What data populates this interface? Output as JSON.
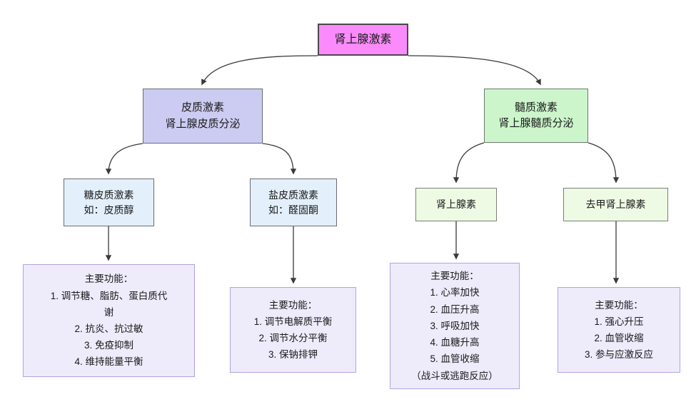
{
  "diagram": {
    "title": "肾上腺激素",
    "type": "flowchart-tree",
    "colors": {
      "root_fill": "#FB8BFB",
      "cortex_fill": "#CCCCF2",
      "medulla_fill": "#CCF5CC",
      "blue_fill": "#E3F0FB",
      "green_fill": "#EEFAE4",
      "function_fill": "#EEEBFB",
      "function_border": "#B4A2E4",
      "edge_stroke": "#3A3A3A",
      "background": "#FFFFFF"
    }
  },
  "nodes": {
    "root": {
      "id": "root",
      "lines": "肾上腺激素"
    },
    "cortex": {
      "id": "cortex",
      "lines": "皮质激素\n肾上腺皮质分泌"
    },
    "medulla": {
      "id": "medulla",
      "lines": "髓质激素\n肾上腺髓质分泌"
    },
    "glucocorticoid": {
      "id": "glucocorticoid",
      "lines": "糖皮质激素\n如：皮质醇"
    },
    "mineralocorticoid": {
      "id": "mineralocorticoid",
      "lines": "盐皮质激素\n如：醛固酮"
    },
    "adrenaline": {
      "id": "adrenaline",
      "lines": "肾上腺素"
    },
    "noradrenaline": {
      "id": "noradrenaline",
      "lines": "去甲肾上腺素"
    },
    "glucocorticoid_functions": {
      "id": "glucocorticoid-functions",
      "lines": "主要功能：\n1. 调节糖、脂肪、蛋白质代\n谢\n2. 抗炎、抗过敏\n3. 免疫抑制\n4. 维持能量平衡"
    },
    "mineralocorticoid_functions": {
      "id": "mineralocorticoid-functions",
      "lines": "主要功能：\n1. 调节电解质平衡\n2. 调节水分平衡\n3. 保钠排钾"
    },
    "adrenaline_functions": {
      "id": "adrenaline-functions",
      "lines": "主要功能：\n1. 心率加快\n2. 血压升高\n3. 呼吸加快\n4. 血糖升高\n5. 血管收缩\n（战斗或逃跑反应）"
    },
    "noradrenaline_functions": {
      "id": "noradrenaline-functions",
      "lines": "主要功能：\n1. 强心升压\n2. 血管收缩\n3. 参与应激反应"
    }
  },
  "edges": [
    {
      "from": "root",
      "to": "cortex",
      "style": "curved-arrow"
    },
    {
      "from": "root",
      "to": "medulla",
      "style": "curved-arrow"
    },
    {
      "from": "cortex",
      "to": "glucocorticoid",
      "style": "curved-arrow"
    },
    {
      "from": "cortex",
      "to": "mineralocorticoid",
      "style": "curved-arrow"
    },
    {
      "from": "medulla",
      "to": "adrenaline",
      "style": "curved-arrow"
    },
    {
      "from": "medulla",
      "to": "noradrenaline",
      "style": "curved-arrow"
    },
    {
      "from": "glucocorticoid",
      "to": "glucocorticoid_functions",
      "style": "straight-arrow"
    },
    {
      "from": "mineralocorticoid",
      "to": "mineralocorticoid_functions",
      "style": "straight-arrow"
    },
    {
      "from": "adrenaline",
      "to": "adrenaline_functions",
      "style": "straight-arrow"
    },
    {
      "from": "noradrenaline",
      "to": "noradrenaline_functions",
      "style": "straight-arrow"
    }
  ]
}
